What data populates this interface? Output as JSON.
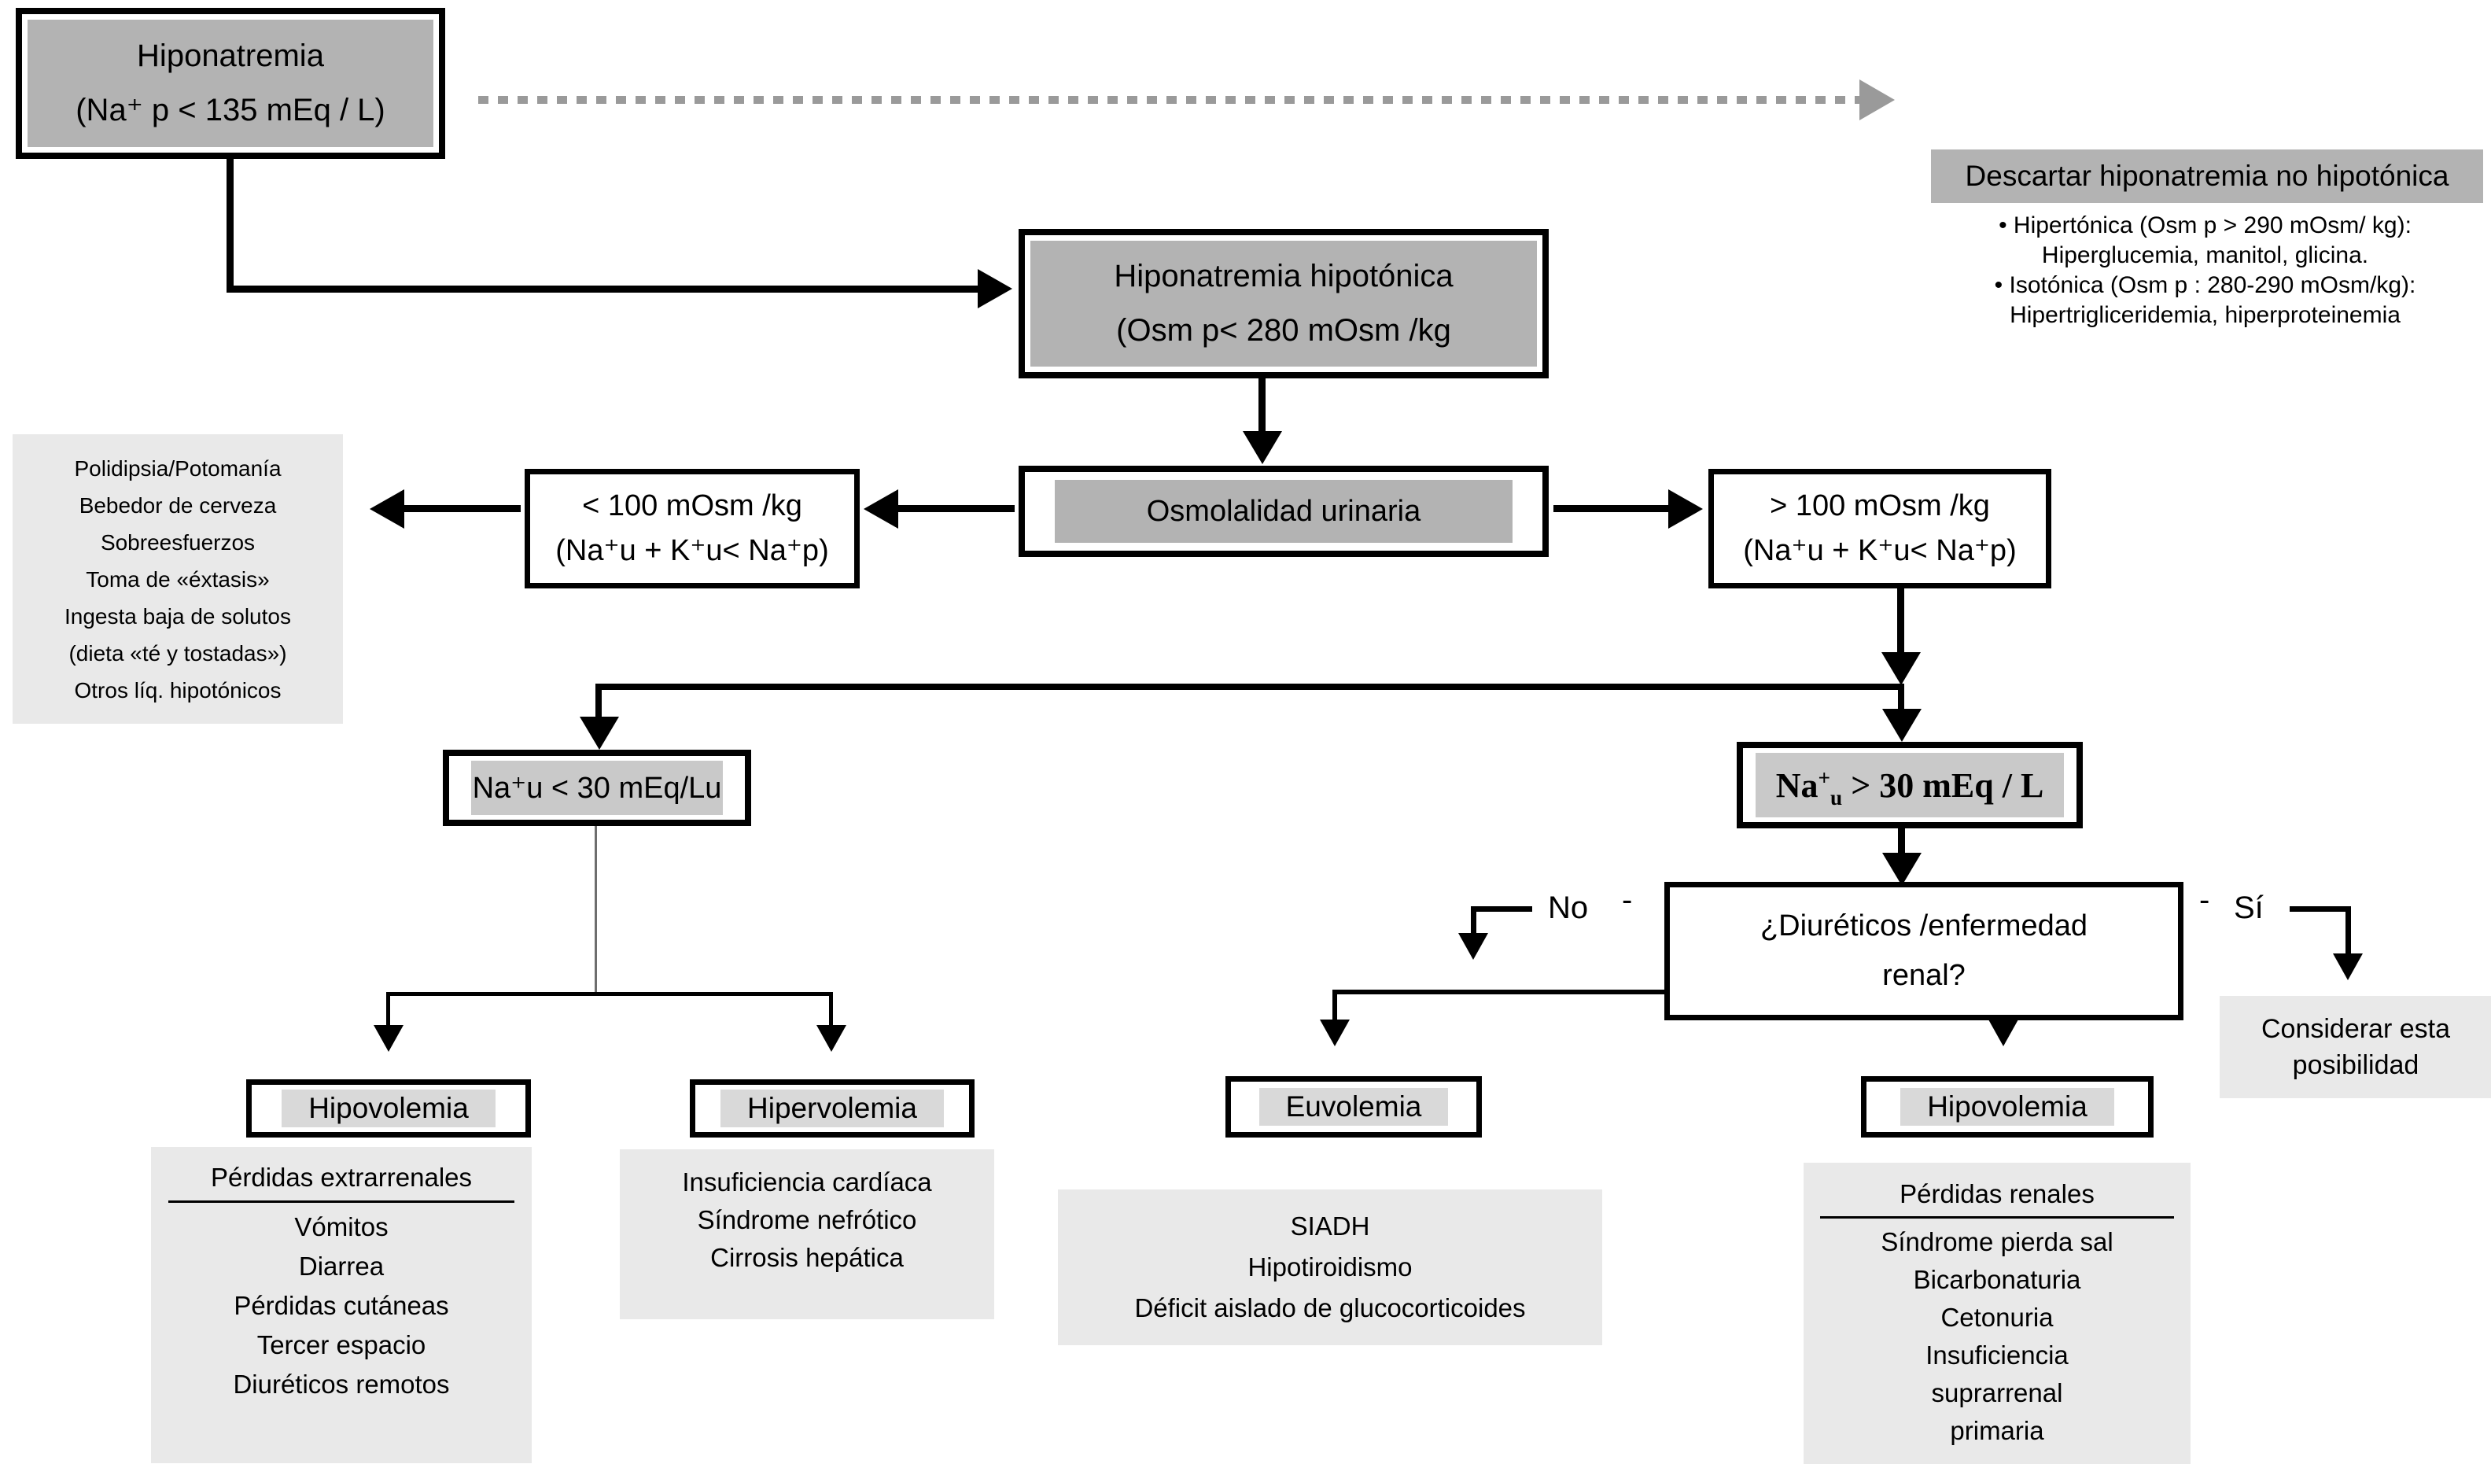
{
  "colors": {
    "node_fill": "#b3b3b3",
    "label_strip_fill": "#d9d9d9",
    "list_fill": "#e9e9e9",
    "line": "#000000",
    "dashed_arrow": "#9a9a9a"
  },
  "hiponatremia_box": {
    "line1": "Hiponatremia",
    "line2": "(Na⁺ p < 135 mEq / L)"
  },
  "descartar": {
    "header": "Descartar hiponatremia no hipotónica",
    "bullets": [
      "• Hipertónica (Osm p > 290 mOsm/ kg):",
      "Hiperglucemia, manitol, glicina.",
      "• Isotónica (Osm p : 280-290 mOsm/kg):",
      "Hipertrigliceridemia, hiperproteinemia"
    ]
  },
  "hipotonica_box": {
    "line1": "Hiponatremia hipotónica",
    "line2": "(Osm p< 280 mOsm /kg"
  },
  "osmolalidad_box": {
    "label": "Osmolalidad urinaria"
  },
  "lt100_box": {
    "line1": "< 100 mOsm /kg",
    "line2": "(Na⁺u + K⁺u< Na⁺p)"
  },
  "gt100_box": {
    "line1": "> 100 mOsm /kg",
    "line2": "(Na⁺u + K⁺u< Na⁺p)"
  },
  "polidipsia_list": [
    "Polidipsia/Potomanía",
    "Bebedor de cerveza",
    "Sobreesfuerzos",
    "Toma de «éxtasis»",
    "Ingesta baja de solutos",
    "(dieta «té y tostadas»)",
    "Otros líq. hipotónicos"
  ],
  "nau_lt30_box": {
    "label": "Na⁺u < 30 mEq/Lu"
  },
  "nau_gt30_box": {
    "base": "Na",
    "sup": "+",
    "sub": "u",
    "rest": " > 30 mEq / L"
  },
  "diureticos_box": {
    "line1": "¿Diuréticos /enfermedad",
    "line2": "renal?"
  },
  "no_branch": {
    "label": "No",
    "dash": "-"
  },
  "si_branch": {
    "label": "Sí",
    "dash": "-"
  },
  "considerar_box": {
    "line1": "Considerar esta",
    "line2": "posibilidad"
  },
  "hipovolemia1_box": {
    "label": "Hipovolemia"
  },
  "hipervolemia_box": {
    "label": "Hipervolemia"
  },
  "euvolemia_box": {
    "label": "Euvolemia"
  },
  "hipovolemia2_box": {
    "label": "Hipovolemia"
  },
  "extrarrenales_list": {
    "header": "Pérdidas extrarrenales",
    "items": [
      "Vómitos",
      "Diarrea",
      "Pérdidas cutáneas",
      "Tercer espacio",
      "Diuréticos remotos"
    ]
  },
  "cardiaca_list": {
    "items": [
      "Insuficiencia cardíaca",
      "Síndrome nefrótico",
      "Cirrosis hepática"
    ]
  },
  "siadh_list": {
    "items": [
      "SIADH",
      "Hipotiroidismo",
      "Déficit aislado de glucocorticoides"
    ]
  },
  "renales_list": {
    "header": "Pérdidas renales",
    "items": [
      "Síndrome pierda sal",
      "Bicarbonaturia",
      "Cetonuria",
      "Insuficiencia",
      "suprarrenal",
      "primaria"
    ]
  }
}
